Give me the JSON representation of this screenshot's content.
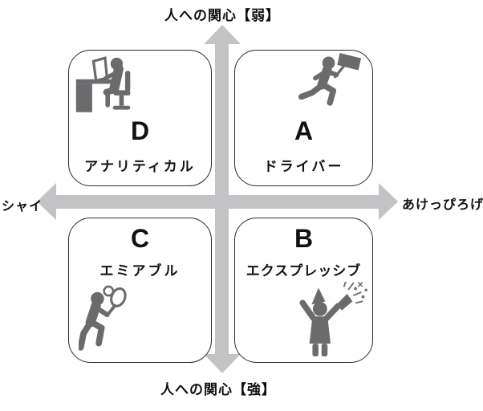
{
  "diagram": {
    "axis": {
      "top": "人への関心【弱】",
      "bottom": "人への関心【強】",
      "left": "シャイ",
      "right": "あけっぴろげ"
    },
    "quadrants": [
      {
        "position": "top-left",
        "letter": "D",
        "label": "アナリティカル",
        "icon": "desk-worker-icon"
      },
      {
        "position": "top-right",
        "letter": "A",
        "label": "ドライバー",
        "icon": "runner-with-flag-icon"
      },
      {
        "position": "bottom-left",
        "letter": "C",
        "label": "エミアブル",
        "icon": "tennis-player-icon"
      },
      {
        "position": "bottom-right",
        "letter": "B",
        "label": "エクスプレッシブ",
        "icon": "celebrating-person-icon"
      }
    ],
    "colors": {
      "arrow": "#c3c3c6",
      "icon": "#6b6b6e",
      "text": "#111111",
      "box_border": "#2b2b2b",
      "background": "#ffffff"
    }
  }
}
